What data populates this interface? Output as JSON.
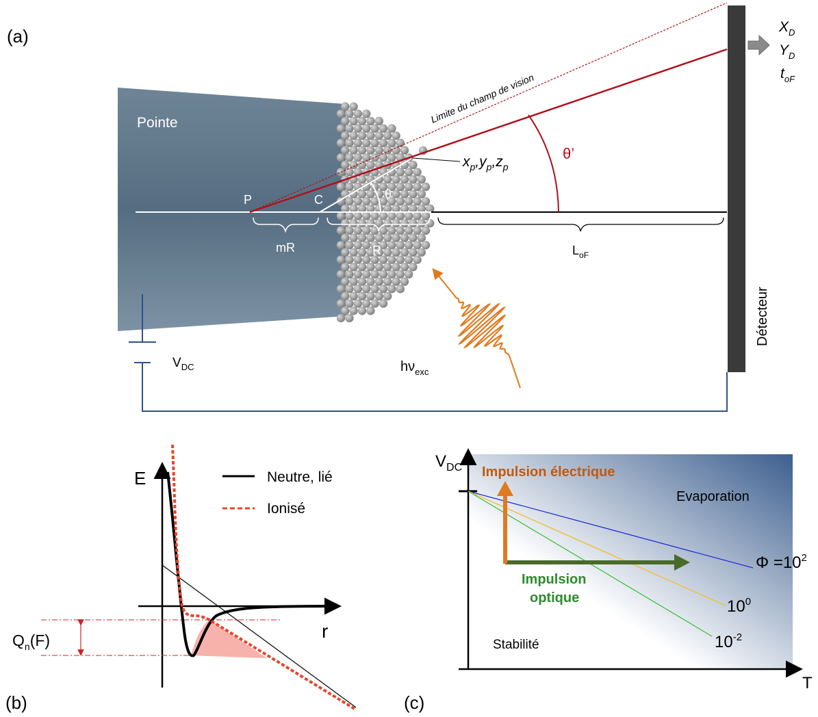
{
  "panel_a": {
    "panel_label": "(a)",
    "tip_label": "Pointe",
    "fov_label": "Limite du champ de vision",
    "impact_label": {
      "x": "x",
      "x_sub": "p",
      "y": "y",
      "y_sub": "p",
      "z": "z",
      "z_sub": "p",
      "sep": ","
    },
    "theta_label": "θ",
    "theta_prime_label": "θ’",
    "point_P": "P",
    "point_C": "C",
    "mR_label": "mR",
    "R_label": "R",
    "lof_label": {
      "main": "L",
      "sub": "oF"
    },
    "vdc_label": {
      "main": "V",
      "sub": "DC"
    },
    "photon_label": {
      "main": "hν",
      "sub": "exc"
    },
    "detector_label": "Détecteur",
    "detector_outputs": [
      {
        "main": "X",
        "sub": "D"
      },
      {
        "main": "Y",
        "sub": "D"
      },
      {
        "main": "t",
        "sub": "oF"
      }
    ],
    "colors": {
      "tip": "#5d7488",
      "atoms": "#8c8c8c",
      "red_ray": "#b0101b",
      "photon": "#e07a20",
      "circuit": "#2f4f8f",
      "detector": "#3a3a3a"
    }
  },
  "panel_b": {
    "panel_label": "(b)",
    "y_axis_label": "E",
    "x_axis_label": "r",
    "legend": [
      "Neutre, lié",
      "Ionisé"
    ],
    "qn_label": {
      "main": "Q",
      "sub": "n",
      "rest": "(F)"
    },
    "colors": {
      "neutral": "#000000",
      "ionized": "#e8442a",
      "barrier_fill": "#f4a49c"
    }
  },
  "panel_c": {
    "panel_label": "(c)",
    "y_axis_label": {
      "main": "V",
      "sub": "DC"
    },
    "x_axis_label": "T",
    "regions": {
      "evaporation": "Evaporation",
      "stability": "Stabilité"
    },
    "electric_pulse_label": "Impulsion électrique",
    "optical_pulse_label": [
      "Impulsion",
      "optique"
    ],
    "flux_lines": [
      {
        "label_main": "Φ =10",
        "label_sup": "2",
        "color": "#1f2fd6"
      },
      {
        "label_main": "10",
        "label_sup": "0",
        "color": "#f0c040"
      },
      {
        "label_main": "10",
        "label_sup": "-2",
        "color": "#40c040"
      }
    ],
    "colors": {
      "electric": "#e07a20",
      "optical": "#4a6a2a",
      "electric_text": "#c05a10",
      "optical_text": "#2e8b2e",
      "gradient": "#3d5f8f"
    }
  }
}
